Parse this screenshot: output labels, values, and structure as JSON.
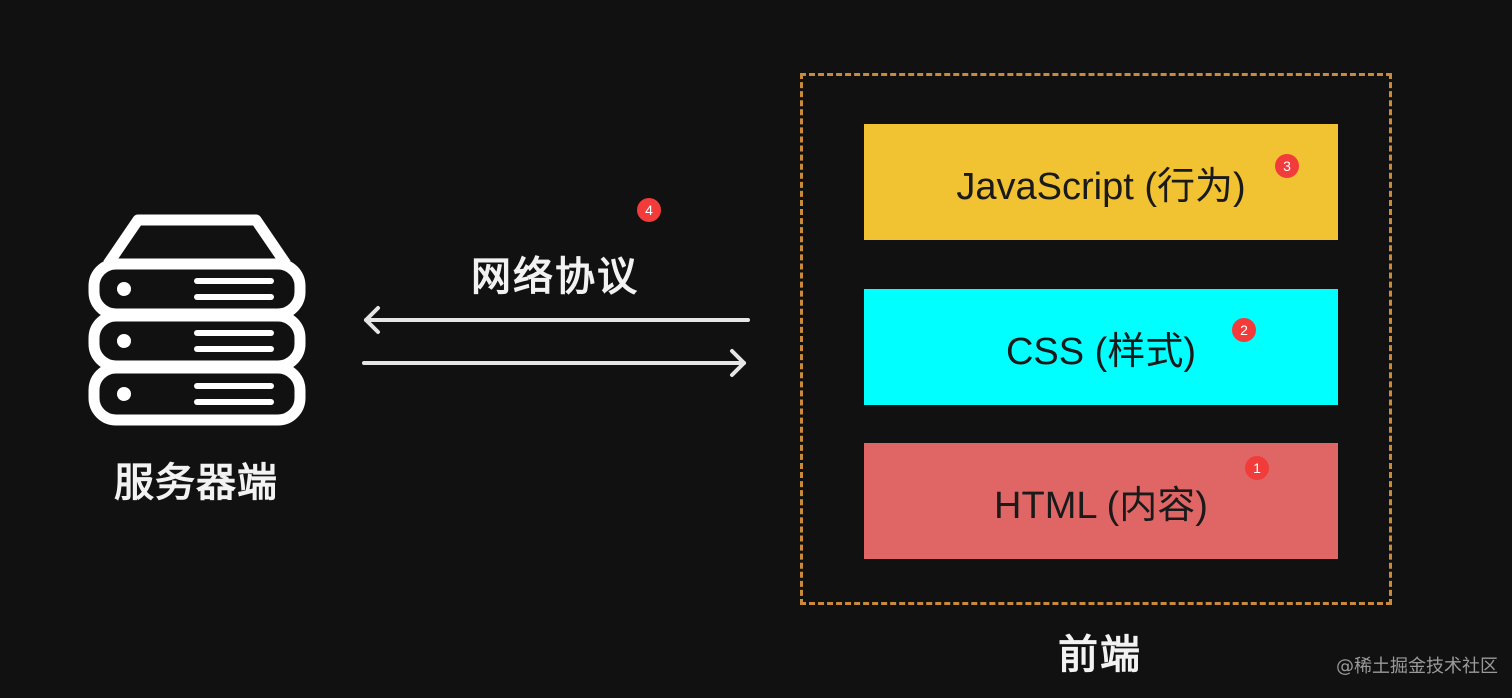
{
  "server": {
    "label": "服务器端",
    "icon": "server-stack-icon"
  },
  "network": {
    "label": "网络协议",
    "arrows": [
      "arrow-left-icon",
      "arrow-right-icon"
    ]
  },
  "frontend": {
    "label": "前端",
    "layers": [
      {
        "label": "JavaScript (行为)",
        "badge": "3",
        "color": "#f1c232"
      },
      {
        "label": "CSS (样式)",
        "badge": "2",
        "color": "#00ffff"
      },
      {
        "label": "HTML (内容)",
        "badge": "1",
        "color": "#e06666"
      }
    ],
    "frame_color": "#c98a3c"
  },
  "network_badge": "4",
  "watermark": "@稀土掘金技术社区",
  "colors": {
    "background": "#121112",
    "badge": "#f23b3b",
    "text": "#f2f2f2"
  }
}
